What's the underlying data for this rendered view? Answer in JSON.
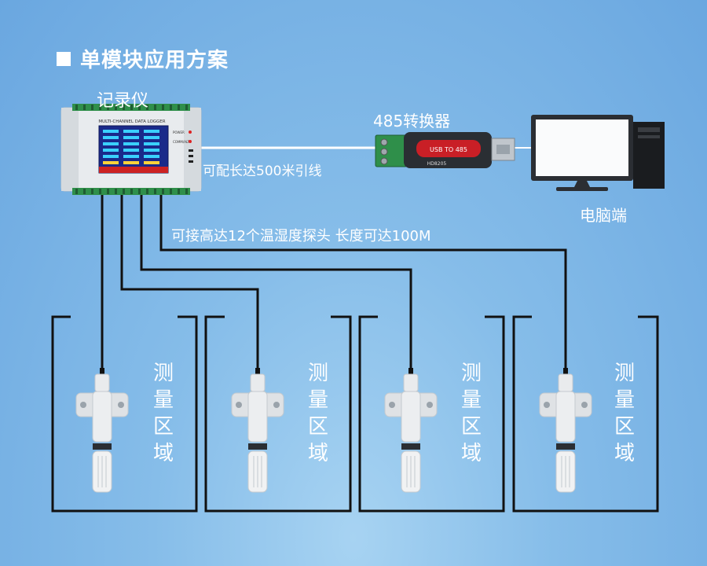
{
  "heading": "单模块应用方案",
  "devices": {
    "logger_label": "记录仪",
    "logger_panel_title": "MULTI-CHANNEL DATA LOGGER",
    "logger_status_labels": [
      "POWER",
      "COMM/ALT"
    ],
    "converter_label": "485转换器",
    "converter_text": "USB TO 485",
    "converter_model": "HD8205",
    "pc_label": "电脑端"
  },
  "connections": {
    "cable_note": "可配长达500米引线",
    "probe_note": "可接高达12个温湿度探头  长度可达100M"
  },
  "zones": [
    {
      "chars": [
        "测",
        "量",
        "区",
        "域"
      ]
    },
    {
      "chars": [
        "测",
        "量",
        "区",
        "域"
      ]
    },
    {
      "chars": [
        "测",
        "量",
        "区",
        "域"
      ]
    },
    {
      "chars": [
        "测",
        "量",
        "区",
        "域"
      ]
    }
  ],
  "colors": {
    "background_top": "#6aa7e0",
    "background_bottom": "#a7d3f2",
    "line": "#111111",
    "cable": "#ffffff",
    "logger_body": "#e8ebee",
    "logger_screen": "#1a2a8a",
    "terminal_green": "#2f8f4a",
    "converter_red": "#c91f26"
  },
  "icons": [
    "square-bullet-icon",
    "data-logger-icon",
    "usb-485-converter-icon",
    "desktop-pc-icon",
    "temperature-humidity-probe-icon"
  ]
}
